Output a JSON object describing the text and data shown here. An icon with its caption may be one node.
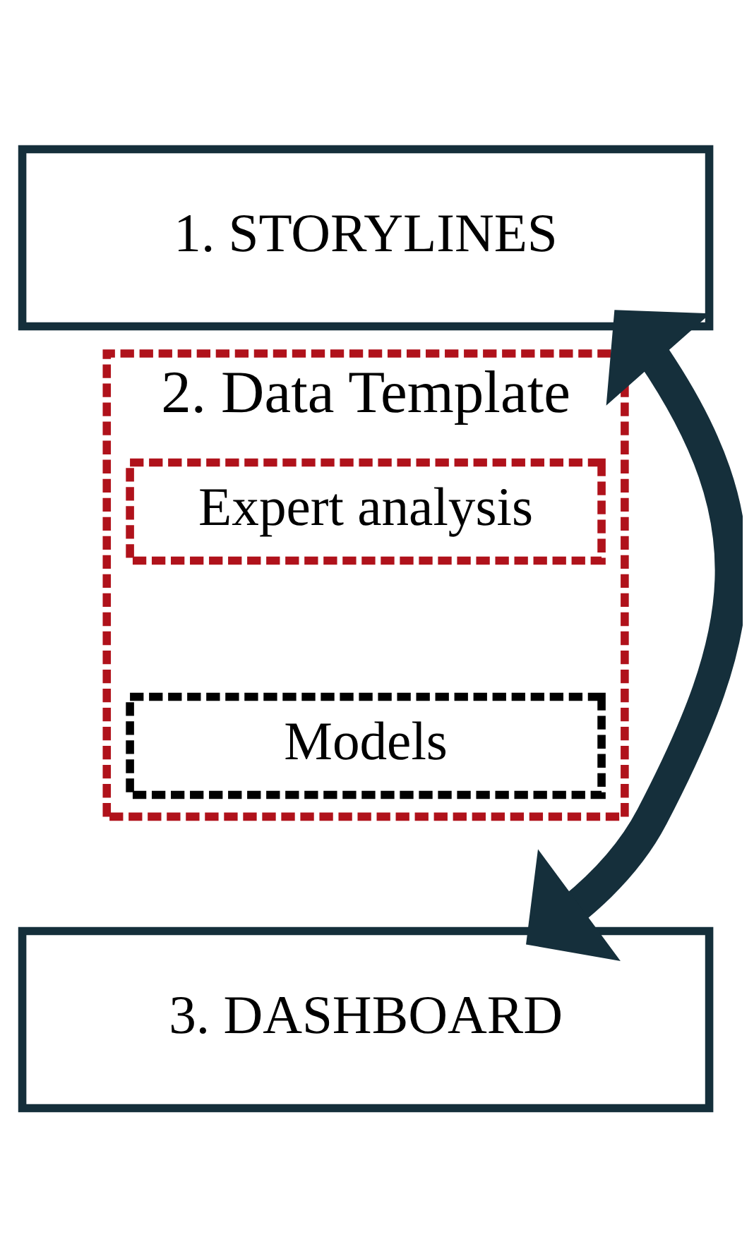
{
  "diagram": {
    "nodes": [
      {
        "text": [
          "1. STORYLINES"
        ]
      },
      {
        "text": [
          "2. Data Template"
        ]
      },
      {
        "text": [
          "Expert analysis"
        ],
        "in": 1
      },
      {
        "text": [
          "Models"
        ],
        "in": 1
      },
      {
        "text": [
          "3. DASHBOARD"
        ]
      }
    ],
    "edges": [
      {
        "from": 0,
        "to": 4,
        "arrow": "both"
      }
    ]
  }
}
